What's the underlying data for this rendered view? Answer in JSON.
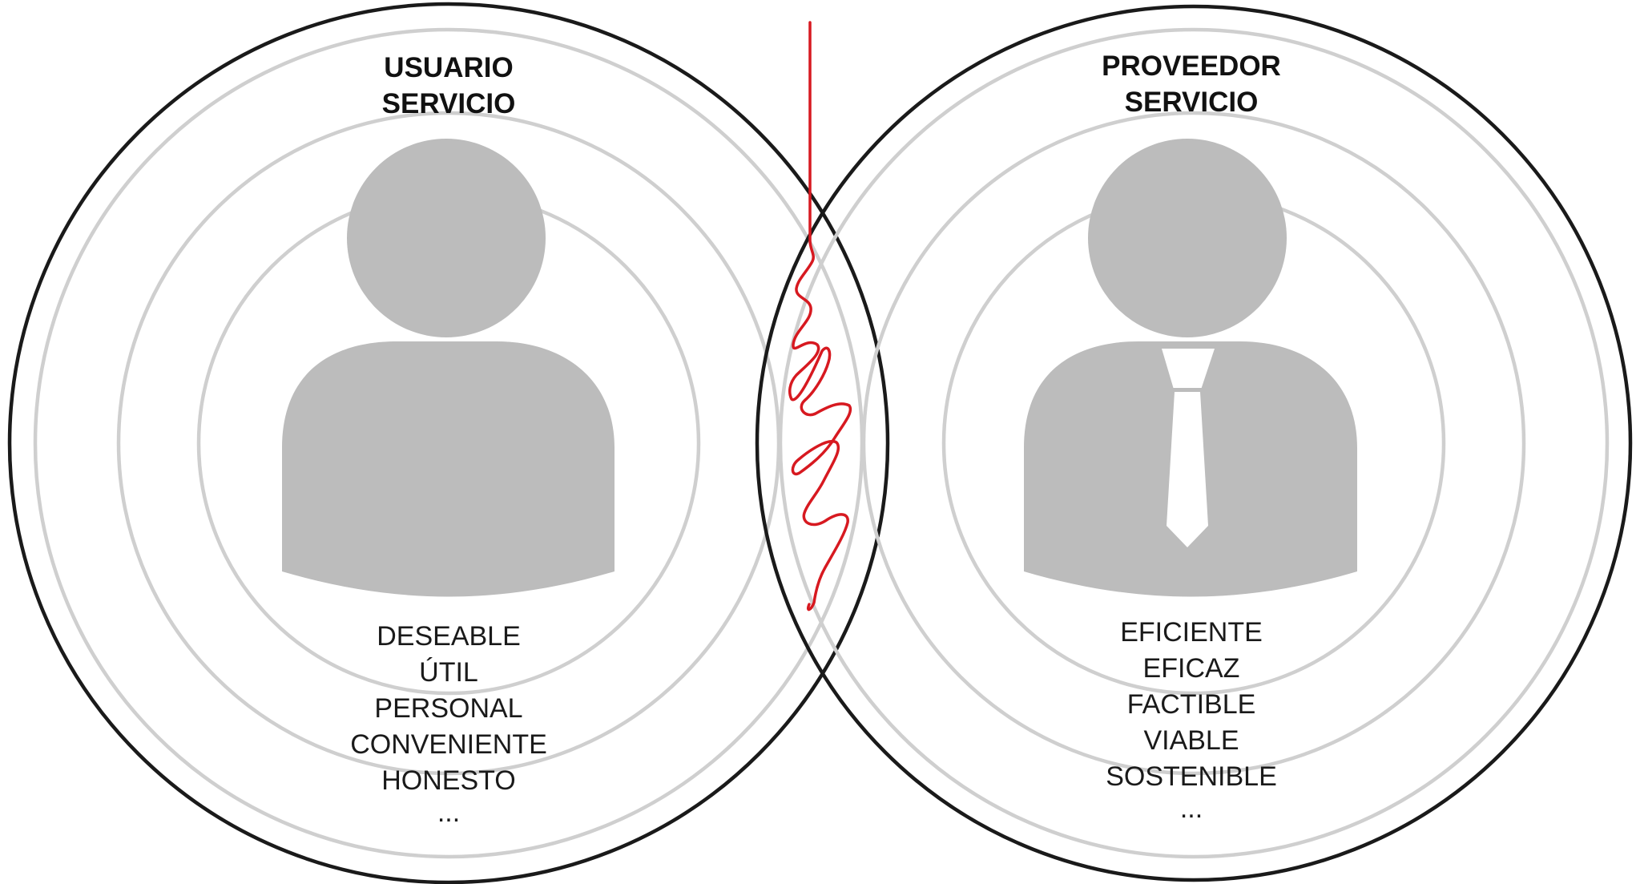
{
  "user": {
    "title_line1": "USUARIO",
    "title_line2": "SERVICIO",
    "traits": [
      "DESEABLE",
      "ÚTIL",
      "PERSONAL",
      "CONVENIENTE",
      "HONESTO",
      "..."
    ]
  },
  "provider": {
    "title_line1": "PROVEEDOR",
    "title_line2": "SERVICIO",
    "traits": [
      "EFICIENTE",
      "EFICAZ",
      "FACTIBLE",
      "VIABLE",
      "SOSTENIBLE",
      "..."
    ]
  },
  "colors": {
    "outer_ring": "#1a1a1a",
    "inner_rings": "#cfcfcf",
    "silhouette": "#bcbcbc",
    "tension_line": "#d71920"
  },
  "icons": {
    "user": "person-icon",
    "provider": "person-with-tie-icon"
  }
}
